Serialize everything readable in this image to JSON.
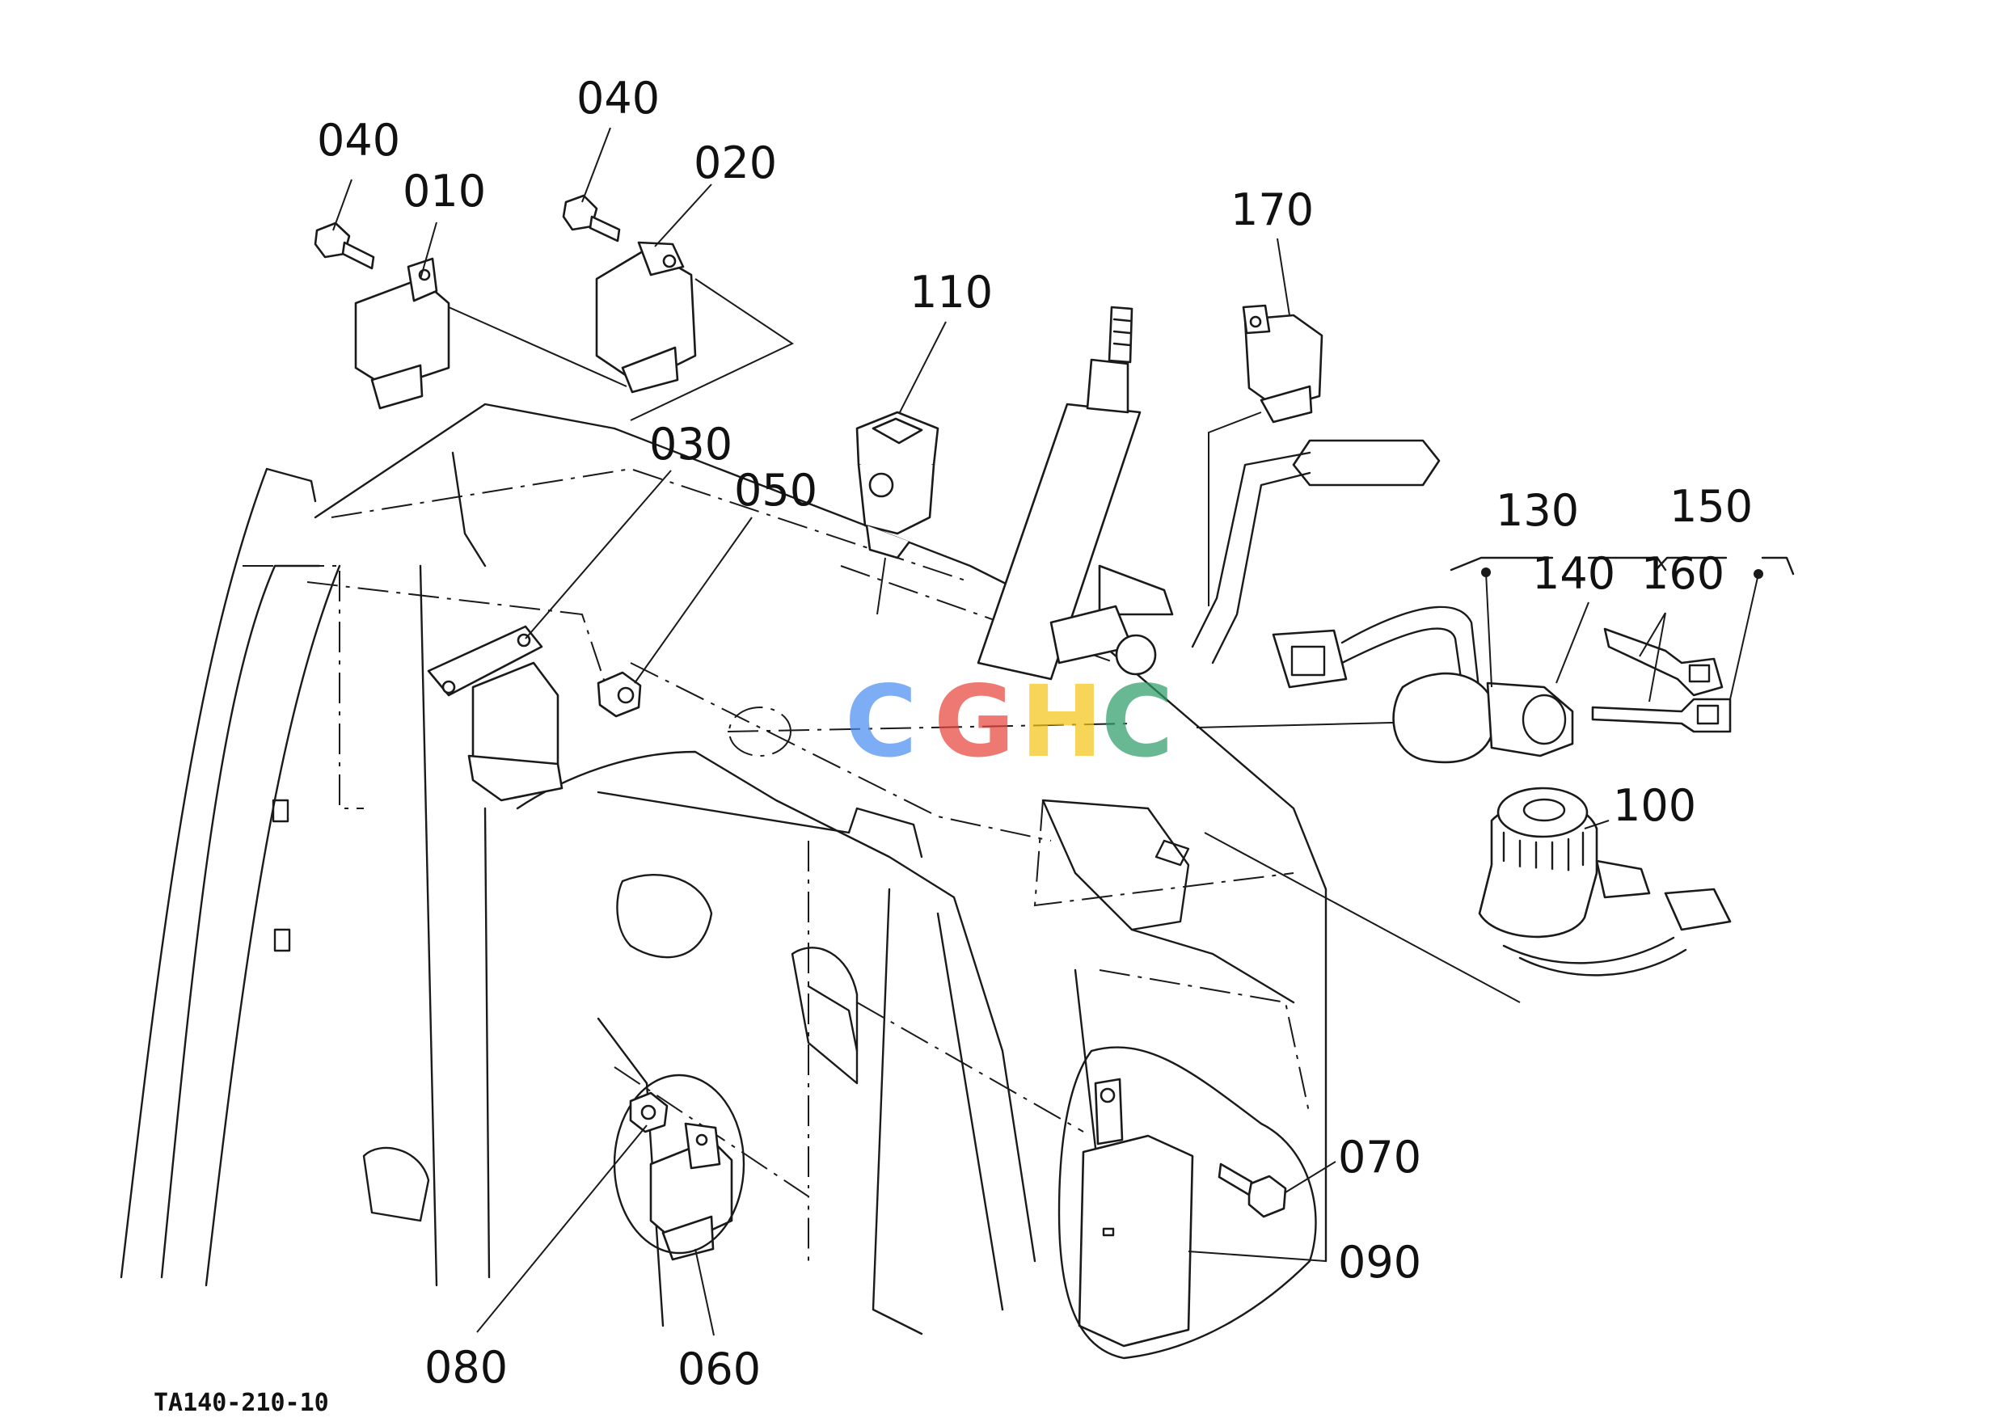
{
  "diagram": {
    "callouts": {
      "p010": "010",
      "p020": "020",
      "p030": "030",
      "p040a": "040",
      "p040b": "040",
      "p050": "050",
      "p060": "060",
      "p070": "070",
      "p080": "080",
      "p090": "090",
      "p100": "100",
      "p110": "110",
      "p130": "130",
      "p140": "140",
      "p150": "150",
      "p160": "160",
      "p170": "170"
    },
    "caption": "TA140-210-10",
    "watermark": {
      "letters": [
        "C",
        "G",
        "H",
        "C"
      ],
      "colors": [
        "#4c8ef0",
        "#e8453c",
        "#f5c518",
        "#2f9e6a"
      ]
    }
  }
}
